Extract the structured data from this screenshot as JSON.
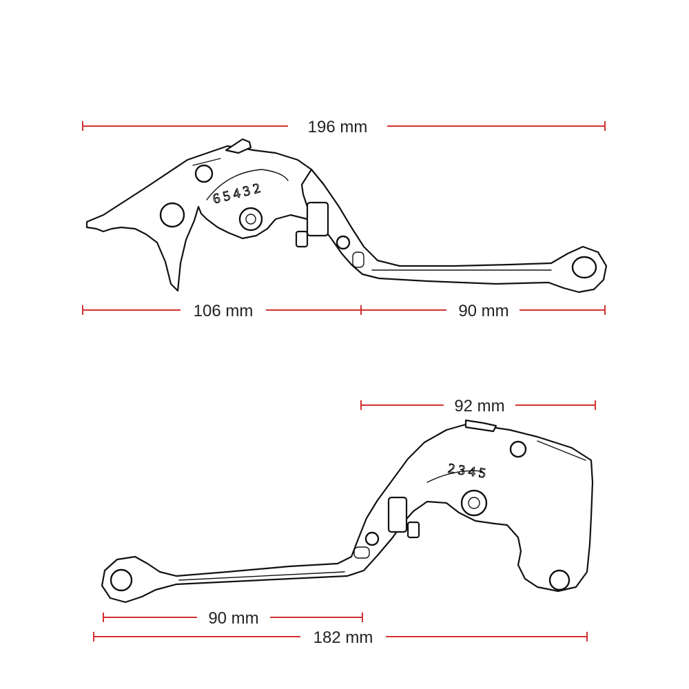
{
  "dimensions": {
    "top_overall": "196 mm",
    "top_left": "106 mm",
    "top_right": "90 mm",
    "bottom_top": "92 mm",
    "bottom_left": "90 mm",
    "bottom_overall": "182 mm"
  },
  "engraving": {
    "top_scale": "6 5 4 3 2",
    "bottom_scale": "2 3 4 5"
  },
  "colors": {
    "dimension_line": "#d32f2f",
    "dimension_text": "#222222",
    "sketch_stroke": "#111111",
    "background": "#ffffff"
  }
}
